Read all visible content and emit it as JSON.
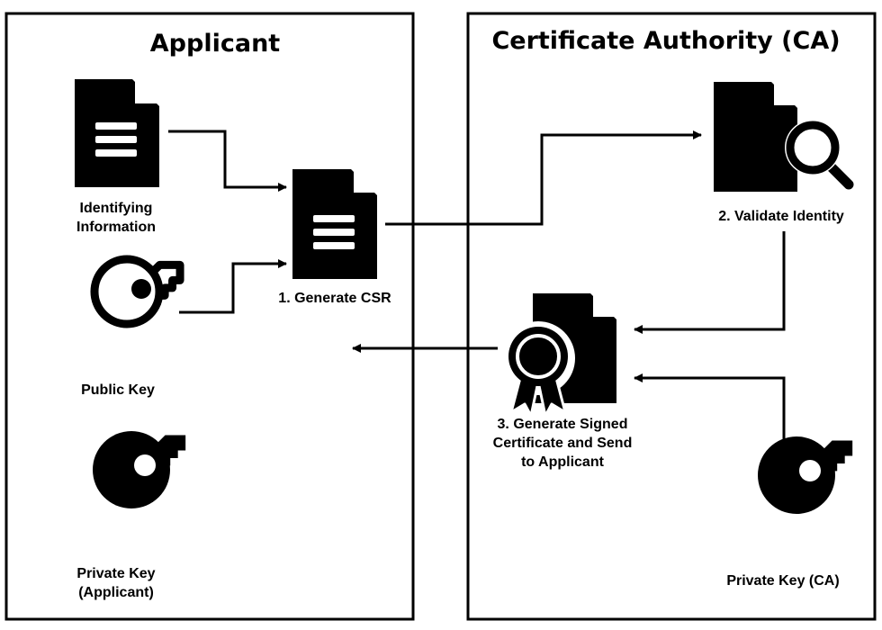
{
  "panels": {
    "applicant": {
      "title": "Applicant"
    },
    "ca": {
      "title": "Certificate Authority (CA)"
    }
  },
  "nodes": {
    "identifying_information": {
      "line1": "Identifying",
      "line2": "Information",
      "icon": "document-icon"
    },
    "public_key": {
      "label": "Public Key",
      "icon": "key-outline-icon"
    },
    "private_key_applicant": {
      "line1": "Private Key",
      "line2": "(Applicant)",
      "icon": "key-solid-icon"
    },
    "generate_csr": {
      "label": "1. Generate CSR",
      "icon": "document-icon"
    },
    "validate_identity": {
      "label": "2. Validate Identity",
      "icon": "document-search-icon"
    },
    "generate_signed_certificate": {
      "line1": "3. Generate Signed",
      "line2": "Certificate and Send",
      "line3": "to Applicant",
      "icon": "certificate-icon"
    },
    "private_key_ca": {
      "label": "Private Key (CA)",
      "icon": "key-solid-icon"
    }
  },
  "colors": {
    "stroke": "#000000",
    "background": "#ffffff"
  }
}
